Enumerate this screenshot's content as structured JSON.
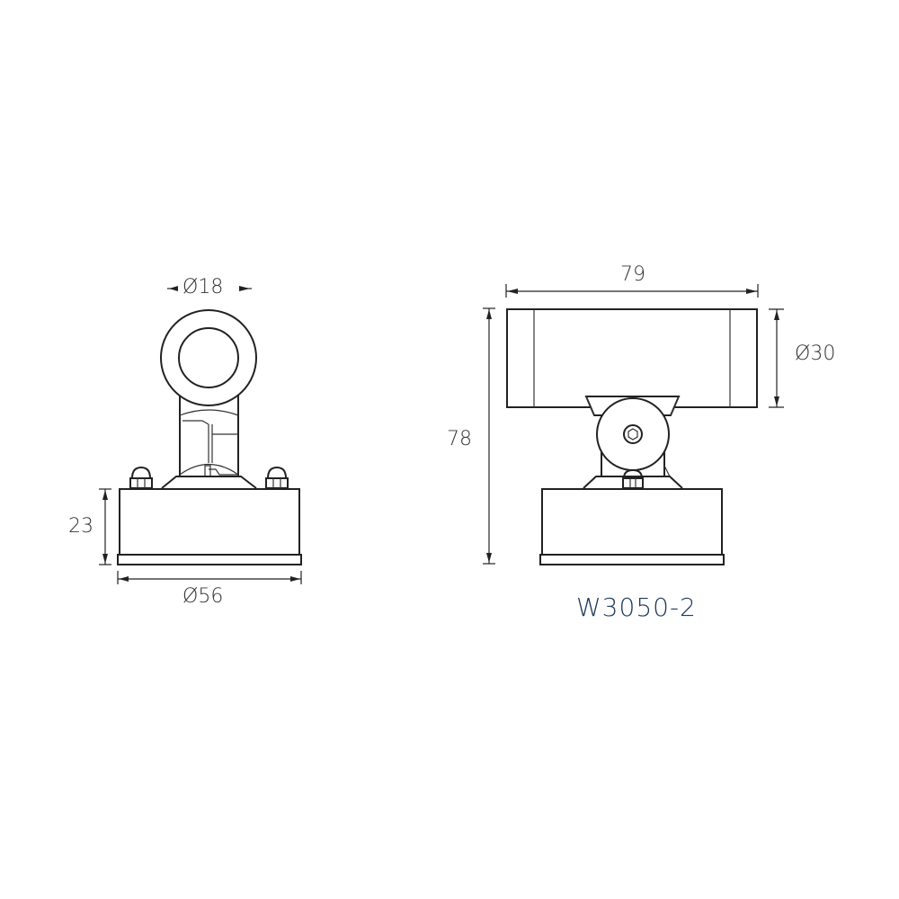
{
  "drawing": {
    "model_label": "W3050-2",
    "text_color": "#333333",
    "model_color": "#1f3a5a",
    "side_view": {
      "dimensions": {
        "head_diameter": "Ø18",
        "base_height": "23",
        "base_diameter": "Ø56"
      }
    },
    "front_view": {
      "dimensions": {
        "total_width": "79",
        "total_height": "78",
        "head_diameter": "Ø30"
      }
    }
  }
}
